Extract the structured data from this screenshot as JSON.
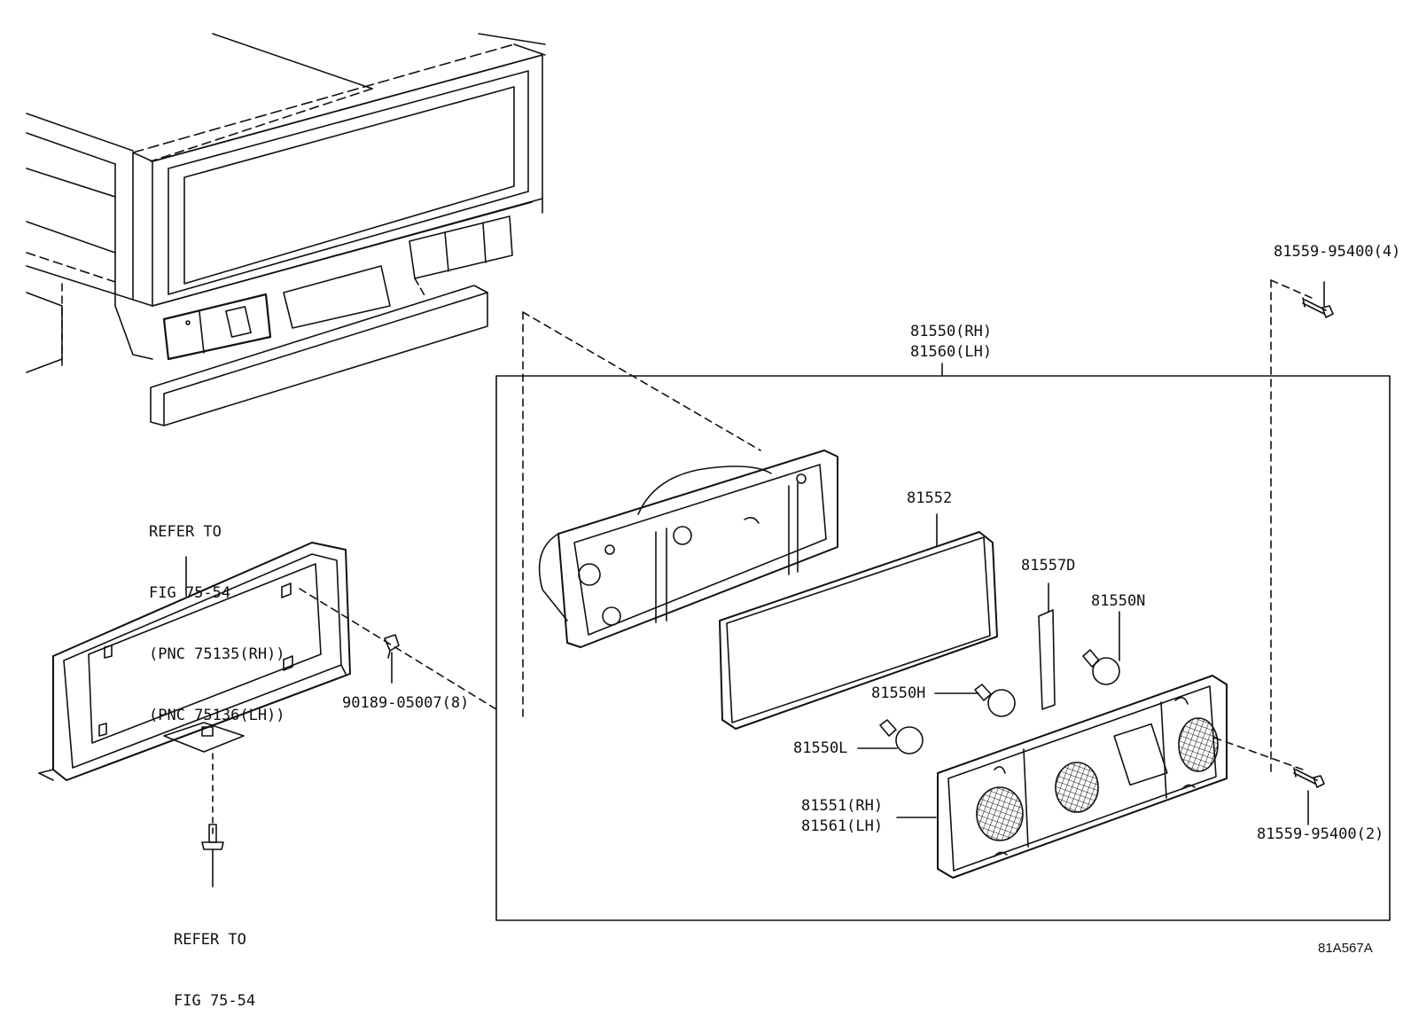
{
  "labels": {
    "screw_top": "81559-95400(4)",
    "assy_rh": "81550(RH)",
    "assy_lh": "81560(LH)",
    "gasket": "81552",
    "plate": "81557D",
    "bulb_n": "81550N",
    "bulb_h": "81550H",
    "bulb_l": "81550L",
    "lens_rh": "81551(RH)",
    "lens_lh": "81561(LH)",
    "screw_bottom": "81559-95400(2)",
    "nut": "90189-05007(8)",
    "ref_upper": [
      "REFER TO",
      "FIG 75-54",
      "(PNC 75135(RH))",
      "(PNC 75136(LH))"
    ],
    "ref_lower": [
      "REFER TO",
      "FIG 75-54"
    ],
    "figure_code": "81A567A"
  },
  "colors": {
    "line": "#111111",
    "background": "#ffffff"
  }
}
